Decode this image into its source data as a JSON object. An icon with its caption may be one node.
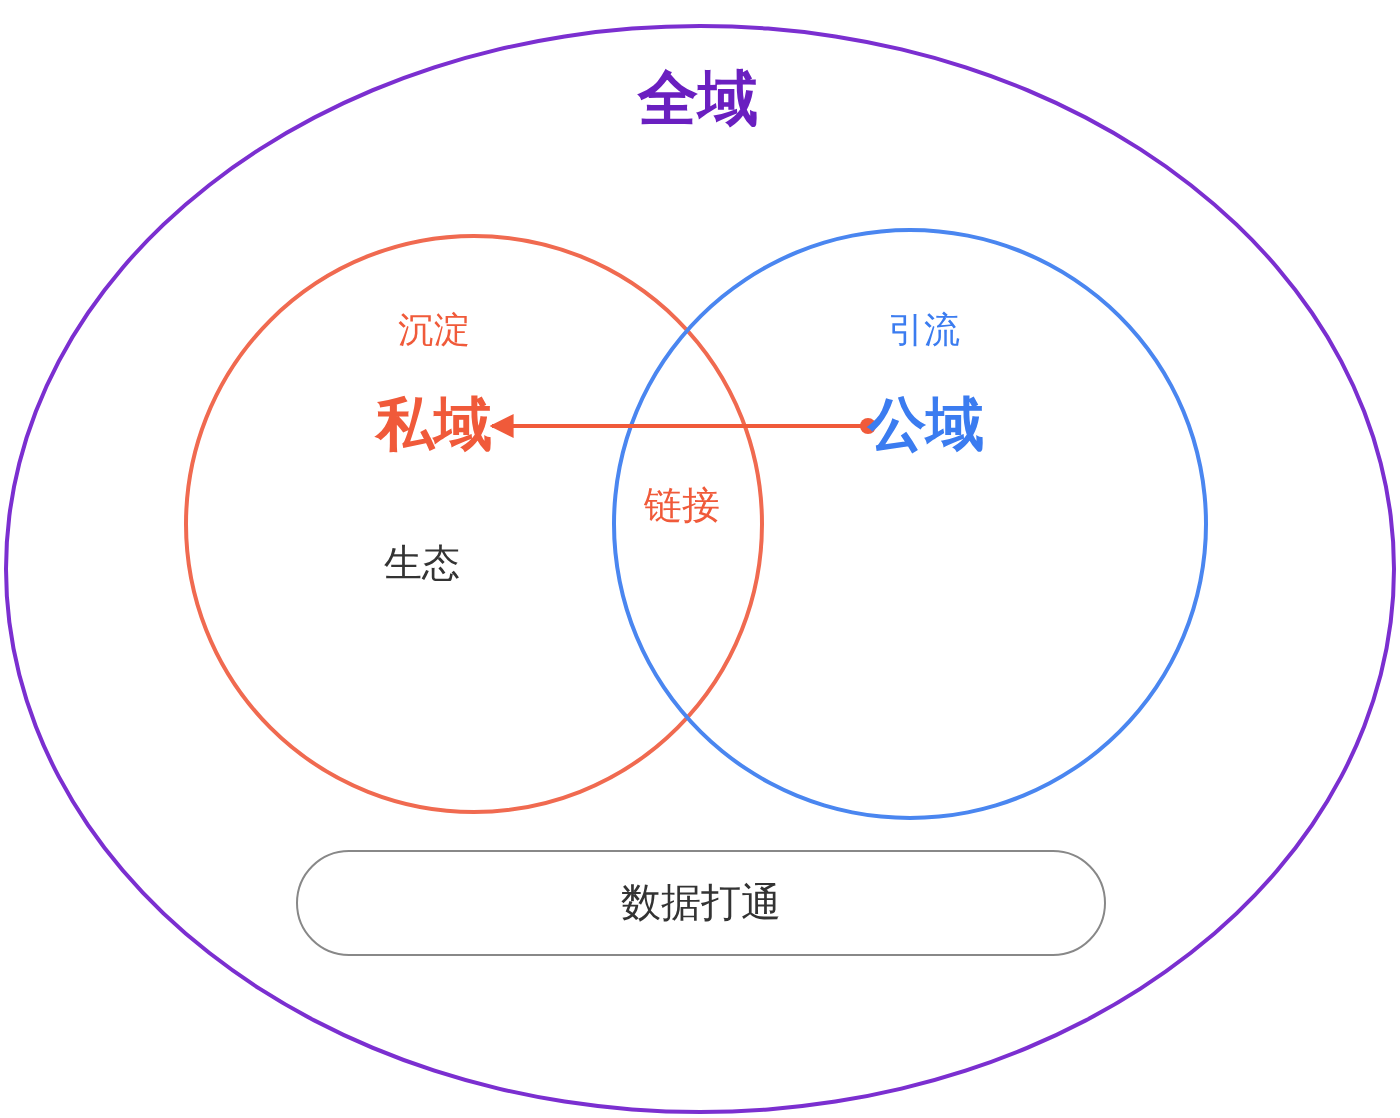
{
  "diagram": {
    "nodes": [
      {
        "text": [
          "全域"
        ]
      },
      {
        "text": [
          "沉淀",
          "生态"
        ],
        "in": 0
      },
      {
        "text": [
          "私域"
        ],
        "in": 1
      },
      {
        "text": [
          "引流"
        ],
        "in": 0
      },
      {
        "text": [
          "公域"
        ],
        "in": 3
      },
      {
        "text": [
          "数据打通"
        ],
        "in": 0
      }
    ],
    "edges": [
      {
        "from": 4,
        "to": 2,
        "arrow": "to",
        "label": "链接"
      }
    ]
  }
}
